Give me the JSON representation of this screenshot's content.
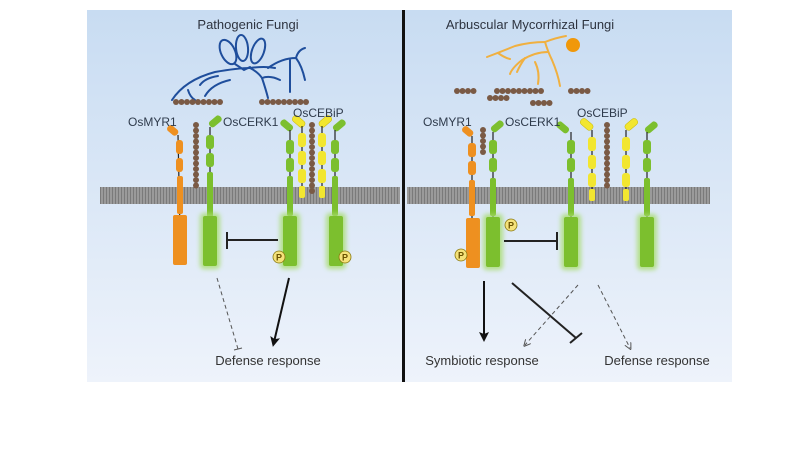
{
  "figure": {
    "panels": [
      {
        "id": "pathogenic",
        "title": "Pathogenic Fungi",
        "fungus_color": "#1f4e9c",
        "receptor_labels": [
          "OsMYR1",
          "OsCERK1",
          "OsCEBiP"
        ],
        "phospho_label": "P",
        "responses": [
          "Defense response"
        ]
      },
      {
        "id": "am",
        "title": "Arbuscular Mycorrhizal Fungi",
        "fungus_color": "#f0a030",
        "receptor_labels": [
          "OsMYR1",
          "OsCERK1",
          "OsCEBiP"
        ],
        "phospho_label": "P",
        "responses": [
          "Symbiotic response",
          "Defense response"
        ]
      }
    ],
    "colors": {
      "osmyr1": "#ee9020",
      "oscerk1": "#7cbf2e",
      "oscebip": "#f2e630",
      "chitin": "#7a5a45",
      "membrane": "#8c8c8c",
      "phospho": "#f5e27a",
      "panel_top": "#c8dcf2",
      "panel_bottom": "#eef3fb",
      "divider": "#111111"
    }
  }
}
